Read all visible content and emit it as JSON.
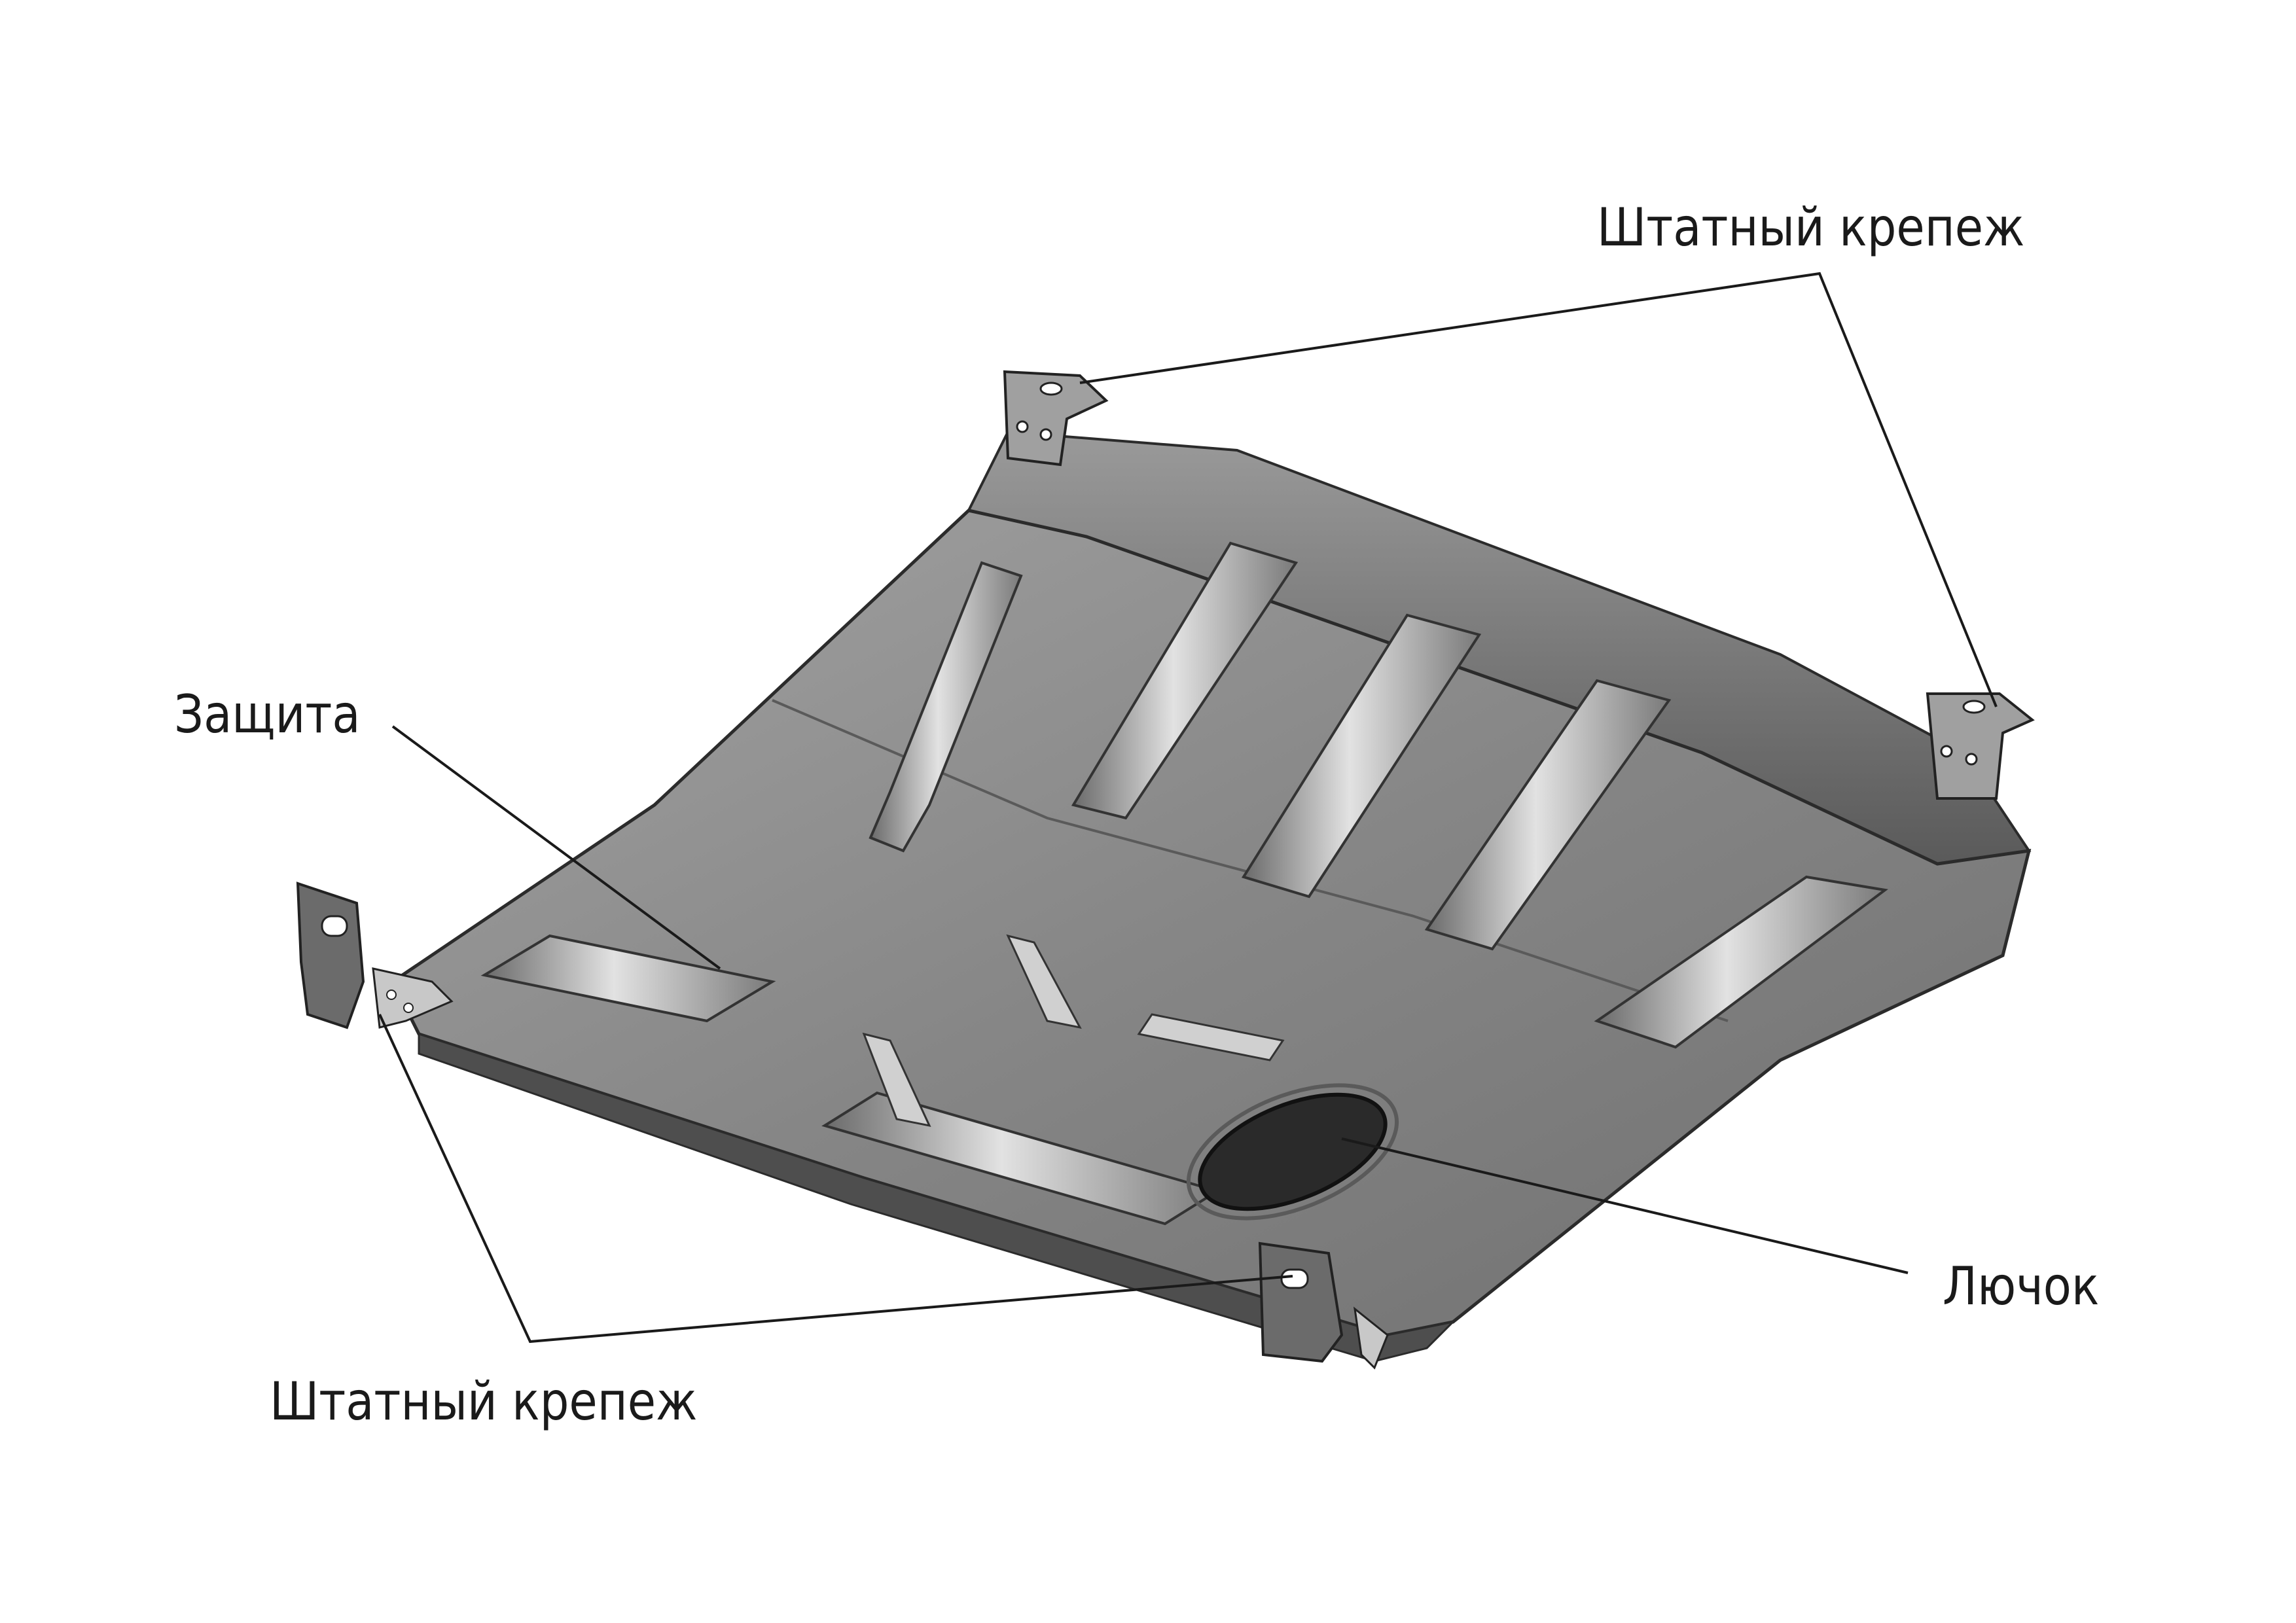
{
  "labels": {
    "mount_top": "Штатный крепеж",
    "protection": "Защита",
    "mount_bottom": "Штатный крепеж",
    "hatch": "Лючок"
  },
  "colors": {
    "plate_top": "#8a8a8a",
    "plate_dark": "#5c5c5c",
    "plate_light": "#b9b9b9",
    "rib_highlight": "#d9d9d9",
    "hatch": "#262626",
    "line": "#1a1a1a"
  }
}
